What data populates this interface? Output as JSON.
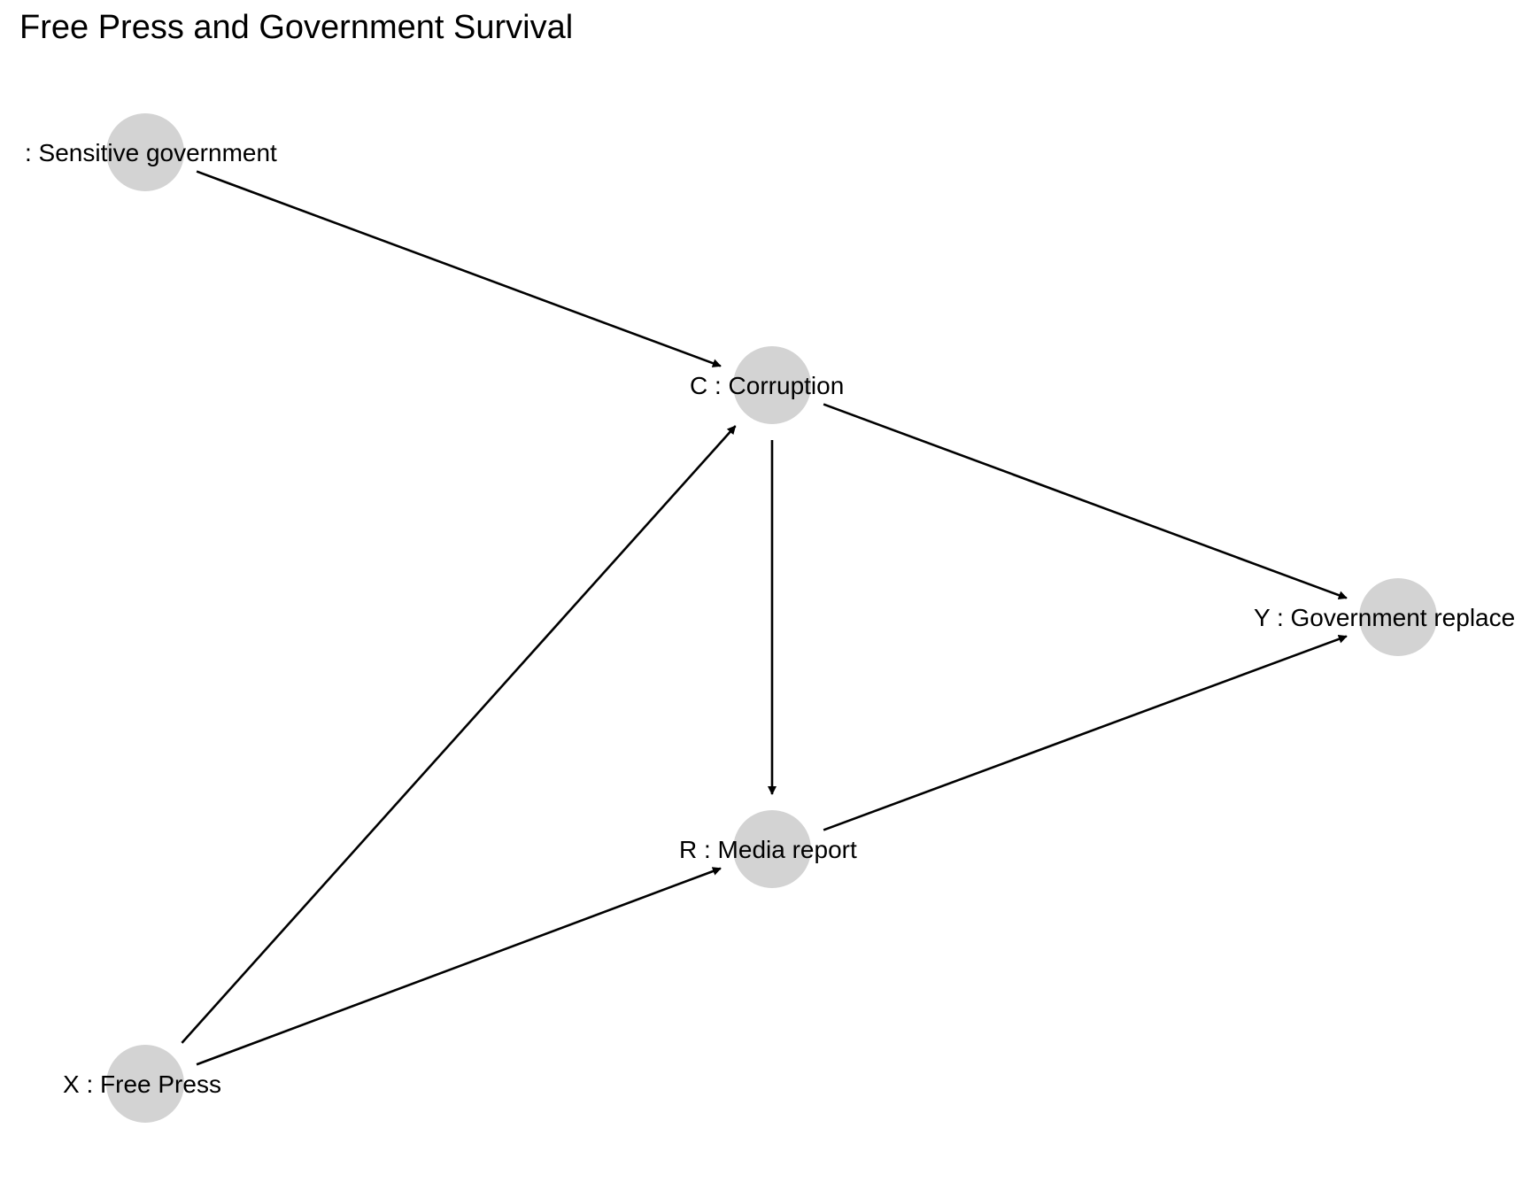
{
  "title": "Free Press and Government Survival",
  "node_color": "#d3d3d3",
  "nodes": [
    {
      "id": "S",
      "name": "node-sensitive-government",
      "label": ":  Sensitive government"
    },
    {
      "id": "C",
      "name": "node-corruption",
      "label": "C :  Corruption"
    },
    {
      "id": "Y",
      "name": "node-government-replaced",
      "label": "Y :  Government replace"
    },
    {
      "id": "R",
      "name": "node-media-report",
      "label": "R :  Media report"
    },
    {
      "id": "X",
      "name": "node-free-press",
      "label": "X :  Free Press"
    }
  ],
  "edges": [
    {
      "from": "S",
      "to": "C"
    },
    {
      "from": "X",
      "to": "C"
    },
    {
      "from": "C",
      "to": "R"
    },
    {
      "from": "C",
      "to": "Y"
    },
    {
      "from": "X",
      "to": "R"
    },
    {
      "from": "R",
      "to": "Y"
    }
  ]
}
